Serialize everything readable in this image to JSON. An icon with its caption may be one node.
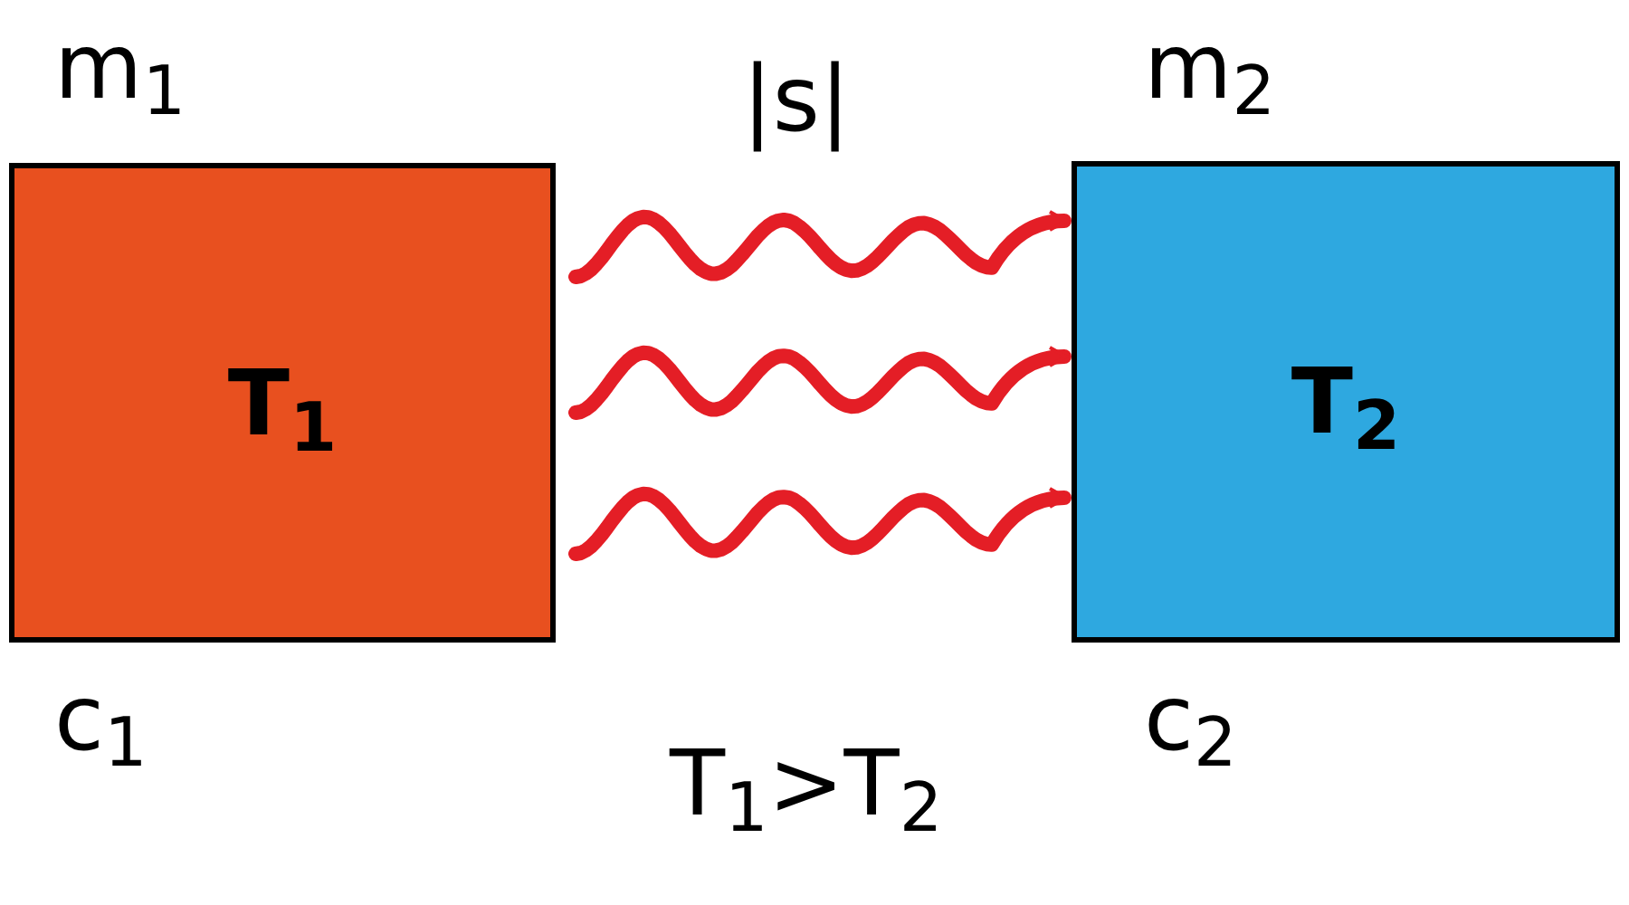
{
  "diagram": {
    "nodes": [
      {
        "text": [
          "T$_{1}$"
        ],
        "beside": [
          "m$_{1}$",
          "c$_{1}$"
        ]
      },
      {
        "text": [
          "T$_{2}$"
        ],
        "beside": [
          "m$_{2}$",
          "c$_{2}$"
        ]
      }
    ],
    "edges": [
      {
        "from": 0,
        "to": 1,
        "arrow": "to"
      },
      {
        "from": 0,
        "to": 1,
        "arrow": "to"
      },
      {
        "from": 0,
        "to": 1,
        "arrow": "to"
      }
    ],
    "labels": [
      "|s|",
      "T$_{1}$>T$_{2}$"
    ]
  }
}
